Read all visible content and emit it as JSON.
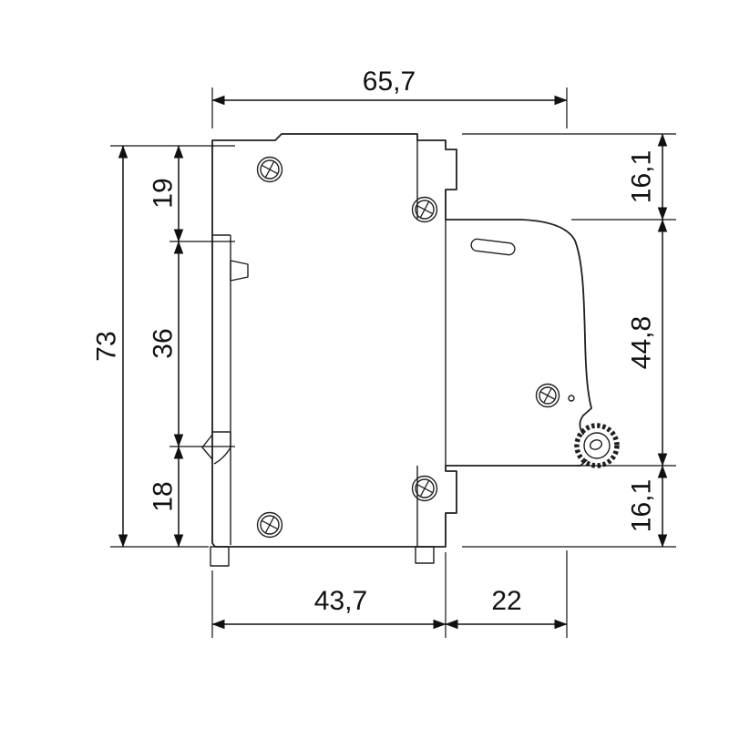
{
  "drawing": {
    "ink_color": "#1f1f1f",
    "background_color": "#ffffff",
    "dimensions": {
      "overall_width": "65,7",
      "overall_height": "73",
      "left_top_segment": "19",
      "left_middle_segment": "36",
      "left_bottom_segment": "18",
      "right_top_segment": "16,1",
      "right_middle_segment": "44,8",
      "right_bottom_segment": "16,1",
      "bottom_rear_width": "43,7",
      "bottom_front_width": "22"
    }
  }
}
